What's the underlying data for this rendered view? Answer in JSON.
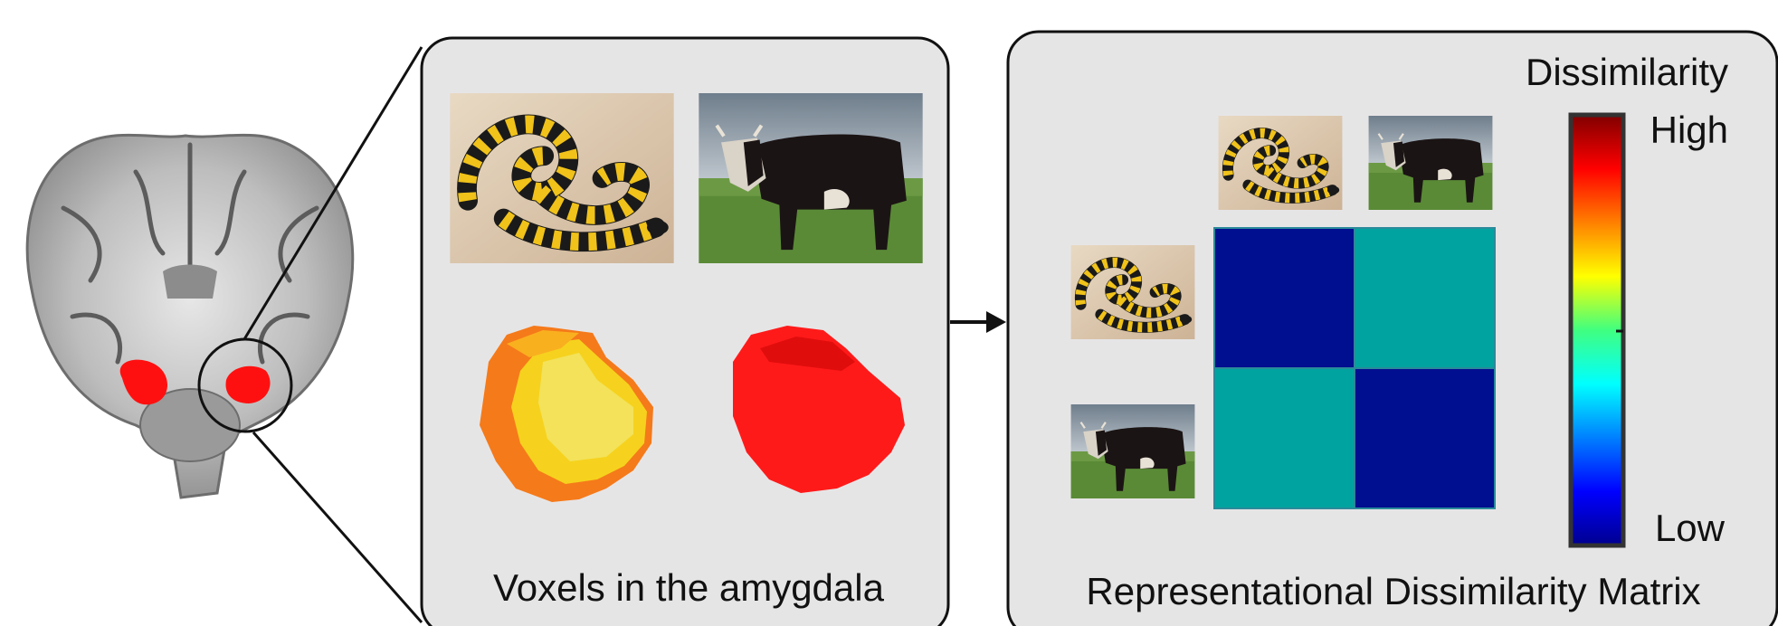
{
  "panels": {
    "voxels": {
      "caption": "Voxels in the amygdala"
    },
    "rdm": {
      "caption": "Representational Dissimilarity Matrix"
    }
  },
  "stimuli": [
    {
      "id": "snake",
      "icon": "snake-photo"
    },
    {
      "id": "cow",
      "icon": "cow-photo"
    }
  ],
  "colorbar": {
    "title": "Dissimilarity",
    "high_label": "High",
    "low_label": "Low",
    "colormap": "jet"
  },
  "matrix": {
    "rows": [
      "snake",
      "cow"
    ],
    "cols": [
      "snake",
      "cow"
    ],
    "values": [
      [
        0,
        0.5
      ],
      [
        0.5,
        0
      ]
    ],
    "colors": {
      "low": "#000f8f",
      "mid": "#00a3a0"
    }
  },
  "colors": {
    "panel_fill": "#e6e5e6",
    "panel_border": "#111111",
    "highlight_red": "#ff1010",
    "voxel_yellow": "#f6d21e",
    "voxel_orange": "#f57a1a"
  }
}
